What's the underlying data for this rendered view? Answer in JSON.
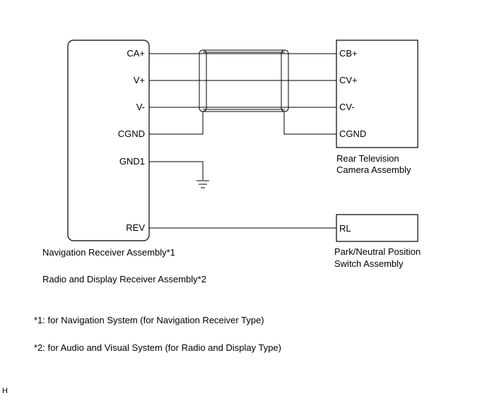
{
  "nav_unit": {
    "pins": [
      "CA+",
      "V+",
      "V-",
      "CGND",
      "GND1",
      "REV"
    ],
    "label_1": "Navigation Receiver Assembly*1",
    "label_2": "Radio and Display Receiver Assembly*2"
  },
  "camera_unit": {
    "pins": [
      "CB+",
      "CV+",
      "CV-",
      "CGND"
    ],
    "label_line_1": "Rear Television",
    "label_line_2": "Camera Assembly"
  },
  "switch_unit": {
    "pins": [
      "RL"
    ],
    "label_line_1": "Park/Neutral Position",
    "label_line_2": "Switch Assembly"
  },
  "notes": [
    "*1: for Navigation System (for Navigation Receiver Type)",
    "*2: for Audio and Visual System (for Radio and Display Type)"
  ],
  "corner_mark": "H"
}
